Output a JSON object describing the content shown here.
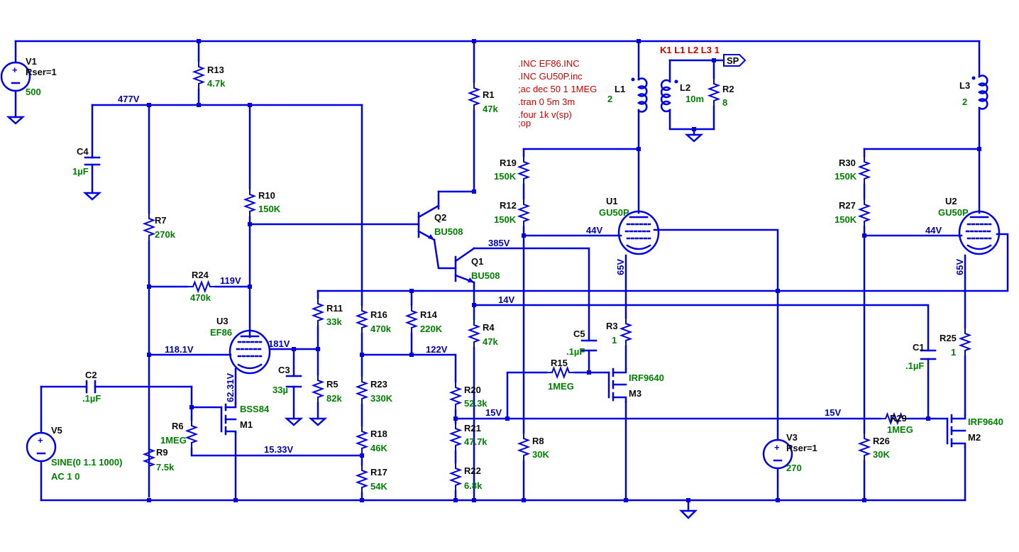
{
  "components": {
    "V1": {
      "ref": "V1",
      "rser": "Rser=1",
      "value": "500"
    },
    "V3": {
      "ref": "V3",
      "rser": "Rser=1",
      "value": "270"
    },
    "V5": {
      "ref": "V5",
      "func": "SINE(0 1.1 1000)",
      "ac": "AC 1 0"
    },
    "R1": {
      "ref": "R1",
      "value": "47k"
    },
    "R2": {
      "ref": "R2",
      "value": "8"
    },
    "R3": {
      "ref": "R3",
      "value": "1"
    },
    "R4": {
      "ref": "R4",
      "value": "47k"
    },
    "R5": {
      "ref": "R5",
      "value": "82k"
    },
    "R6": {
      "ref": "R6",
      "value": "1MEG"
    },
    "R7": {
      "ref": "R7",
      "value": "270k"
    },
    "R8": {
      "ref": "R8",
      "value": "30K"
    },
    "R9": {
      "ref": "R9",
      "value": "7.5k"
    },
    "R10": {
      "ref": "R10",
      "value": "150K"
    },
    "R11": {
      "ref": "R11",
      "value": "33k"
    },
    "R12": {
      "ref": "R12",
      "value": "150K"
    },
    "R13": {
      "ref": "R13",
      "value": "4.7k"
    },
    "R14": {
      "ref": "R14",
      "value": "220K"
    },
    "R15": {
      "ref": "R15",
      "value": "1MEG"
    },
    "R16": {
      "ref": "R16",
      "value": "470k"
    },
    "R17": {
      "ref": "R17",
      "value": "54K"
    },
    "R18": {
      "ref": "R18",
      "value": "46K"
    },
    "R19": {
      "ref": "R19",
      "value": "150K"
    },
    "R20": {
      "ref": "R20",
      "value": "52.3k"
    },
    "R21": {
      "ref": "R21",
      "value": "47.7k"
    },
    "R22": {
      "ref": "R22",
      "value": "6.8k"
    },
    "R23": {
      "ref": "R23",
      "value": "330K"
    },
    "R24": {
      "ref": "R24",
      "value": "470k"
    },
    "R25": {
      "ref": "R25",
      "value": "1"
    },
    "R26": {
      "ref": "R26",
      "value": "30K"
    },
    "R27": {
      "ref": "R27",
      "value": "150K"
    },
    "R29": {
      "ref": "R29",
      "value": "1MEG"
    },
    "R30": {
      "ref": "R30",
      "value": "150K"
    },
    "C1": {
      "ref": "C1",
      "value": ".1µF"
    },
    "C2": {
      "ref": "C2",
      "value": ".1µF"
    },
    "C3": {
      "ref": "C3",
      "value": "33µ"
    },
    "C4": {
      "ref": "C4",
      "value": "1µF"
    },
    "C5": {
      "ref": "C5",
      "value": ".1µF"
    },
    "L1": {
      "ref": "L1",
      "value": "2"
    },
    "L2": {
      "ref": "L2",
      "value": "10m"
    },
    "L3": {
      "ref": "L3",
      "value": "2"
    },
    "Q1": {
      "ref": "Q1",
      "value": "BU508"
    },
    "Q2": {
      "ref": "Q2",
      "value": "BU508"
    },
    "M1": {
      "ref": "M1",
      "value": "BSS84"
    },
    "M2": {
      "ref": "M2",
      "value": "IRF9640"
    },
    "M3": {
      "ref": "M3",
      "value": "IRF9640"
    },
    "U1": {
      "ref": "U1",
      "value": "GU50P"
    },
    "U2": {
      "ref": "U2",
      "value": "GU50P"
    },
    "U3": {
      "ref": "U3",
      "value": "EF86"
    }
  },
  "net_labels": {
    "n477": "477V",
    "n119": "119V",
    "n118": "118.1V",
    "n181": "181V",
    "n6231": "62.31V",
    "n1533": "15.33V",
    "n122": "122V",
    "n385": "385V",
    "n14": "14V",
    "n15a": "15V",
    "n15b": "15V",
    "n44a": "44V",
    "n44b": "44V",
    "n65a": "65V",
    "n65b": "65V"
  },
  "coupling": "K1 L1 L2  L3 1",
  "port_label": "SP",
  "directives": [
    ".INC EF86.INC",
    ".INC GU50P.inc",
    ";ac dec 50 1 1MEG",
    ".tran 0 5m 3m",
    ".four 1k v(sp)",
    ";op"
  ]
}
